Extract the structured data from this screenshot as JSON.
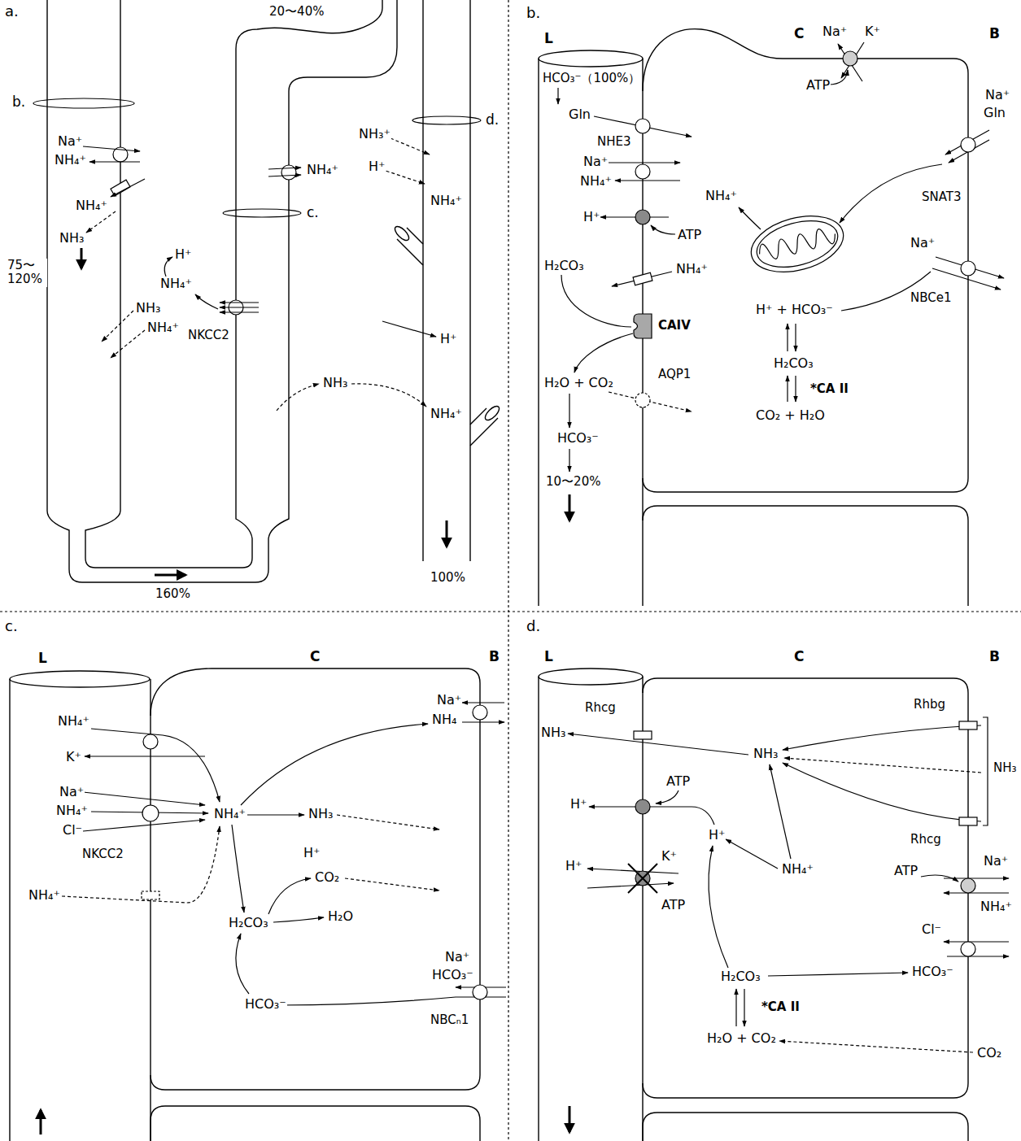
{
  "diagram": {
    "nodes": [
      {
        "text": [
          "a."
        ]
      },
      {
        "text": [
          "b."
        ]
      },
      {
        "text": [
          "c."
        ]
      },
      {
        "text": [
          "d."
        ]
      }
    ],
    "labels": [
      "20〜40%",
      "b.",
      "Na⁺",
      "NH₄⁺",
      "NH₄⁺",
      "NH₃",
      "75〜 120%",
      "d.",
      "NH₃⁺",
      "H⁺",
      "NH₄⁺",
      "NH₄⁺",
      "c.",
      "H⁺",
      "NH₄⁺",
      "NH₃",
      "NH₄⁺",
      "NKCC2",
      "H⁺",
      "NH₃",
      "NH₄⁺",
      "160%",
      "100%",
      "L",
      "C",
      "B",
      "HCO₃⁻（100%）",
      "Na⁺",
      "K⁺",
      "Gln",
      "ATP",
      "Na⁺",
      "Gln",
      "SNAT3",
      "NHE3",
      "Na⁺",
      "NH₄⁺",
      "NH₄⁺",
      "H⁺",
      "ATP",
      "H₂CO₃",
      "NH₄⁺",
      "Na⁺",
      "NBCe1",
      "H⁺ + HCO₃⁻",
      "CAIV",
      "H₂CO₃",
      "*CA II",
      "H₂O + CO₂",
      "AQP1",
      "CO₂ + H₂O",
      "HCO₃⁻",
      "10〜20%",
      "L",
      "C",
      "B",
      "NH₄⁺",
      "K⁺",
      "Na⁺",
      "NH₄⁺",
      "Cl⁻",
      "NKCC2",
      "Na⁺",
      "NH₄",
      "NH₄⁺",
      "NH₃",
      "NH₄⁺",
      "H⁺",
      "CO₂",
      "H₂CO₃",
      "H₂O",
      "Na⁺",
      "HCO₃⁻",
      "HCO₃⁻",
      "NBCₙ1",
      "L",
      "C",
      "B",
      "Rhbg",
      "Rhcg",
      "NH₃",
      "NH₃",
      "NH₃",
      "ATP",
      "H⁺",
      "Rhcg",
      "H⁺",
      "H⁺",
      "K⁺",
      "Na⁺",
      "NH₄⁺",
      "ATP",
      "NH₄⁺",
      "ATP",
      "Cl⁻",
      "HCO₃⁻",
      "H₂CO₃",
      "*CA II",
      "H₂O + CO₂",
      "CO₂"
    ]
  }
}
